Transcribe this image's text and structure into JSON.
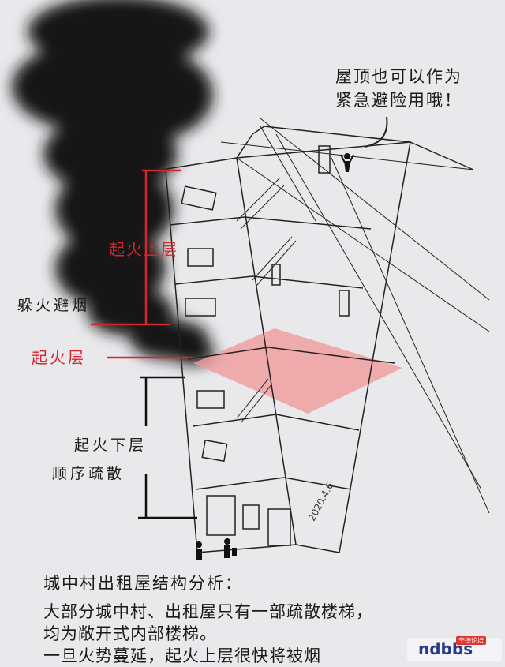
{
  "roof_note": [
    "屋顶也可以作为",
    "紧急避险用哦！"
  ],
  "labels": {
    "above_fire": "起火上层",
    "shelter": "躲火避烟",
    "fire_floor": "起火层",
    "below_fire": "起火下层",
    "evacuate": "顺序疏散"
  },
  "date_stamp": "2020.4.6",
  "analysis": {
    "title": "城中村出租屋结构分析：",
    "line1": "大部分城中村、出租屋只有一部疏散楼梯，",
    "line2": "均为敞开式内部楼梯。",
    "line3": "一旦火势蔓延，起火上层很快将被烟"
  },
  "watermark": {
    "text": "ndbbs",
    "badge": "宁德论坛"
  },
  "colors": {
    "accent": "#d6262b",
    "fire_zone": "#f09a9c",
    "smoke": "#141414",
    "paper": "#e9e9ec"
  }
}
